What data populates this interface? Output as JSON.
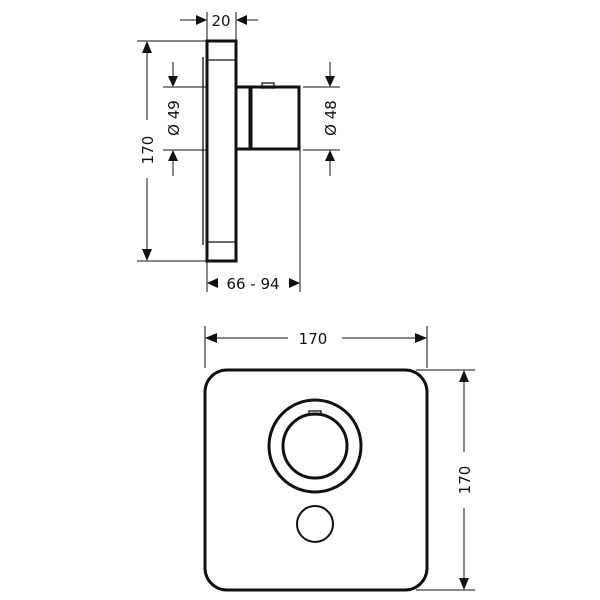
{
  "drawing": {
    "side_view": {
      "depth_label": "20",
      "height_label": "170",
      "left_diameter_label": "Ø 49",
      "right_diameter_label": "Ø 48",
      "projection_label": "66 - 94"
    },
    "front_view": {
      "width_label": "170",
      "height_label": "170"
    }
  }
}
